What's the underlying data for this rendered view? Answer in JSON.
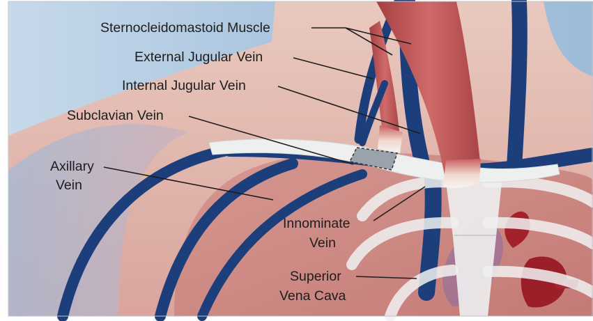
{
  "labels": {
    "scm": "Sternocleidomastoid Muscle",
    "ejv": "External Jugular Vein",
    "ijv": "Internal Jugular Vein",
    "subclavian": "Subclavian Vein",
    "axillary_1": "Axillary",
    "axillary_2": "Vein",
    "innominate_1": "Innominate",
    "innominate_2": "Vein",
    "svc_1": "Superior",
    "svc_2": "Vena Cava"
  },
  "colors": {
    "background": "#b7cfe4",
    "skin": "#e2b9b0",
    "chest": "#cd8a84",
    "vein": "#1c3f7c",
    "muscle": "#b84a4c",
    "bone": "#eef0f0",
    "heart": "#a3212b",
    "leader_line": "#1d1d1d"
  }
}
